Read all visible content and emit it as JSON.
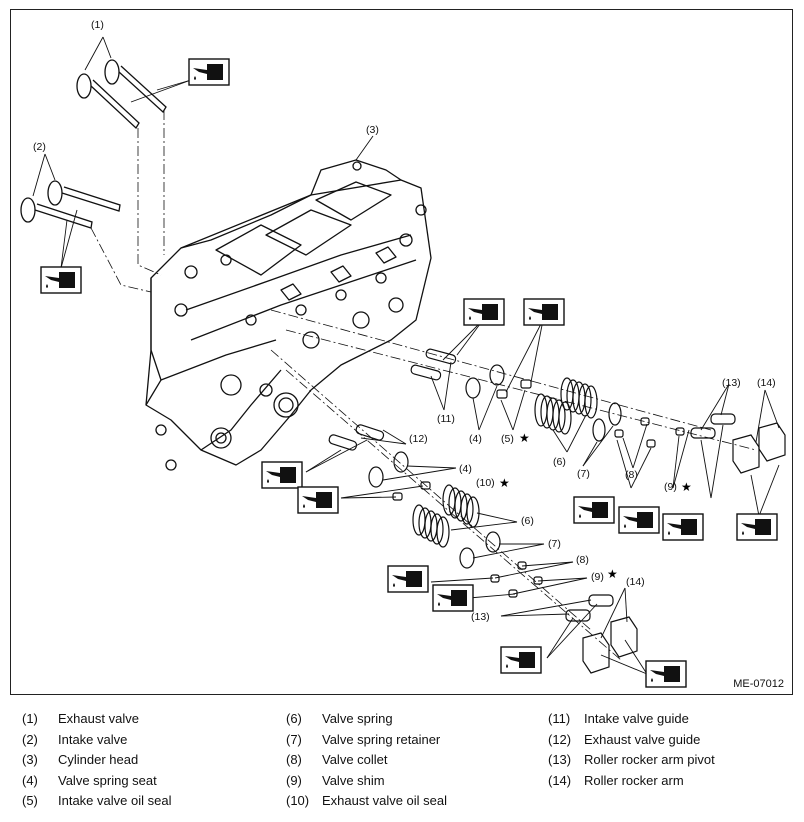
{
  "figure": {
    "code": "ME-07012",
    "callouts": {
      "c1": "(1)",
      "c2": "(2)",
      "c3": "(3)",
      "c4a": "(4)",
      "c4b": "(4)",
      "c5": "(5)",
      "c6a": "(6)",
      "c6b": "(6)",
      "c7a": "(7)",
      "c7b": "(7)",
      "c8a": "(8)",
      "c8b": "(8)",
      "c9a": "(9)",
      "c9b": "(9)",
      "c10": "(10)",
      "c11": "(11)",
      "c12": "(12)",
      "c13a": "(13)",
      "c13b": "(13)",
      "c14a": "(14)",
      "c14b": "(14)",
      "star": "★"
    },
    "oil_symbol_icon": "engine-oil-can-icon"
  },
  "legend": {
    "col1": [
      {
        "num": "(1)",
        "name": "Exhaust valve"
      },
      {
        "num": "(2)",
        "name": "Intake valve"
      },
      {
        "num": "(3)",
        "name": "Cylinder head"
      },
      {
        "num": "(4)",
        "name": "Valve spring seat"
      },
      {
        "num": "(5)",
        "name": "Intake valve oil seal"
      }
    ],
    "col2": [
      {
        "num": "(6)",
        "name": "Valve spring"
      },
      {
        "num": "(7)",
        "name": "Valve spring retainer"
      },
      {
        "num": "(8)",
        "name": "Valve collet"
      },
      {
        "num": "(9)",
        "name": "Valve shim"
      },
      {
        "num": "(10)",
        "name": "Exhaust valve oil seal"
      }
    ],
    "col3": [
      {
        "num": "(11)",
        "name": "Intake valve guide"
      },
      {
        "num": "(12)",
        "name": "Exhaust valve guide"
      },
      {
        "num": "(13)",
        "name": "Roller rocker arm pivot"
      },
      {
        "num": "(14)",
        "name": "Roller rocker arm"
      }
    ]
  }
}
